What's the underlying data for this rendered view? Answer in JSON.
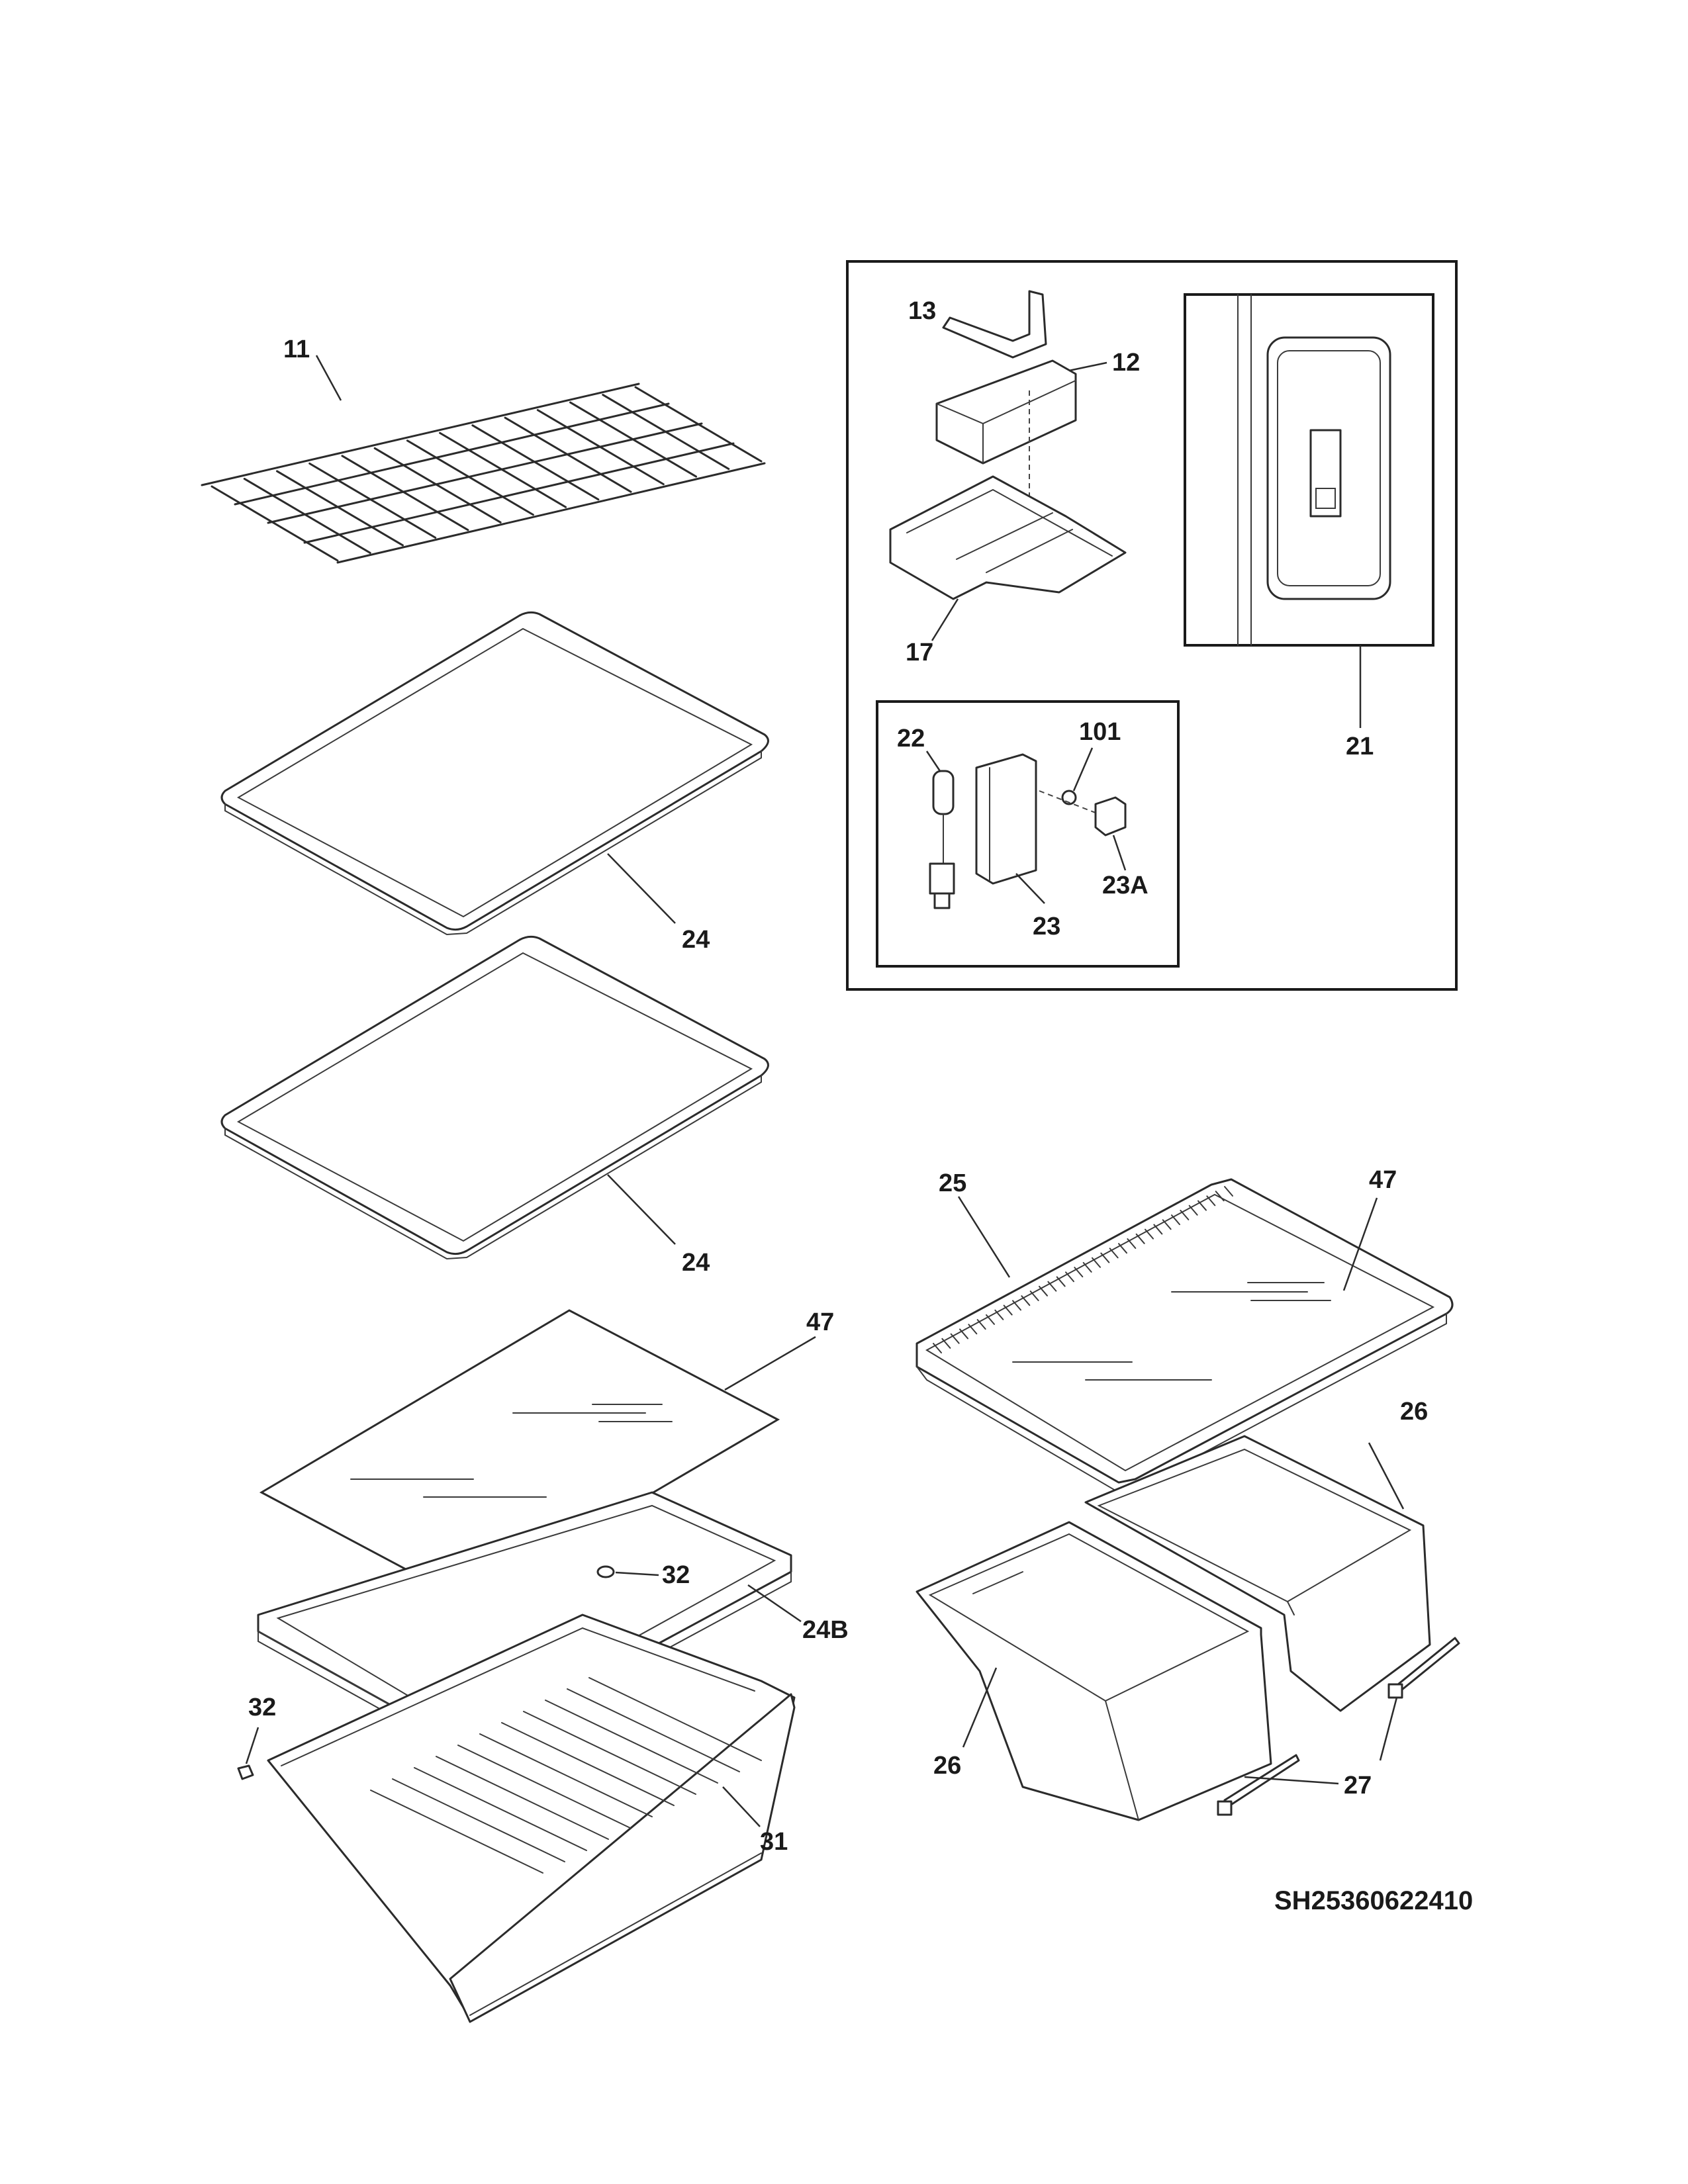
{
  "diagram": {
    "callouts": {
      "c11": "11",
      "c13": "13",
      "c12": "12",
      "c17": "17",
      "c21": "21",
      "c22": "22",
      "c101": "101",
      "c23": "23",
      "c23a": "23A",
      "c24_upper": "24",
      "c24_lower": "24",
      "c47_left": "47",
      "c47_right": "47",
      "c25": "25",
      "c26_upper": "26",
      "c26_lower": "26",
      "c32_upper": "32",
      "c32_lower": "32",
      "c24b": "24B",
      "c27": "27",
      "c31": "31"
    },
    "drawing_code": "SH25360622410"
  }
}
